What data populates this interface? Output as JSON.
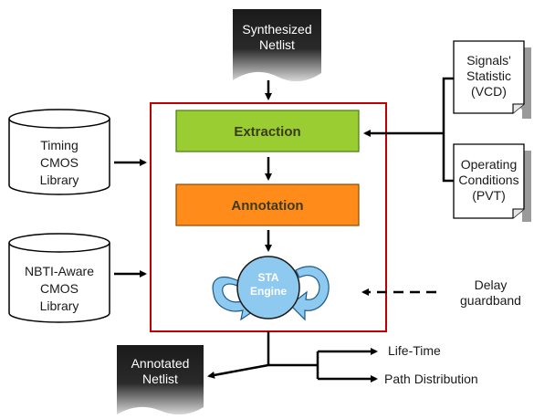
{
  "inputs": {
    "synthesized_netlist": [
      "Synthesized",
      "Netlist"
    ],
    "timing_library": [
      "Timing",
      "CMOS",
      "Library"
    ],
    "nbti_library": [
      "NBTI-Aware",
      "CMOS",
      "Library"
    ],
    "signals_statistic": [
      "Signals'",
      "Statistic",
      "(VCD)"
    ],
    "operating_conditions": [
      "Operating",
      "Conditions",
      "(PVT)"
    ],
    "delay_guardband": [
      "Delay",
      "guardband"
    ]
  },
  "flow": {
    "extraction": "Extraction",
    "annotation": "Annotation",
    "sta_engine": [
      "STA",
      "Engine"
    ]
  },
  "outputs": {
    "annotated_netlist": [
      "Annotated",
      "Netlist"
    ],
    "life_time": "Life-Time",
    "path_distribution": "Path Distribution"
  },
  "colors": {
    "main_box_border": "#c00000",
    "extraction_fill": "#9acd32",
    "annotation_fill": "#ff8c1a",
    "sta_fill": "#8ec9f0",
    "cycle_arrow_fill": "#8ec9f0",
    "netlist_fill_dark": "#222222"
  }
}
